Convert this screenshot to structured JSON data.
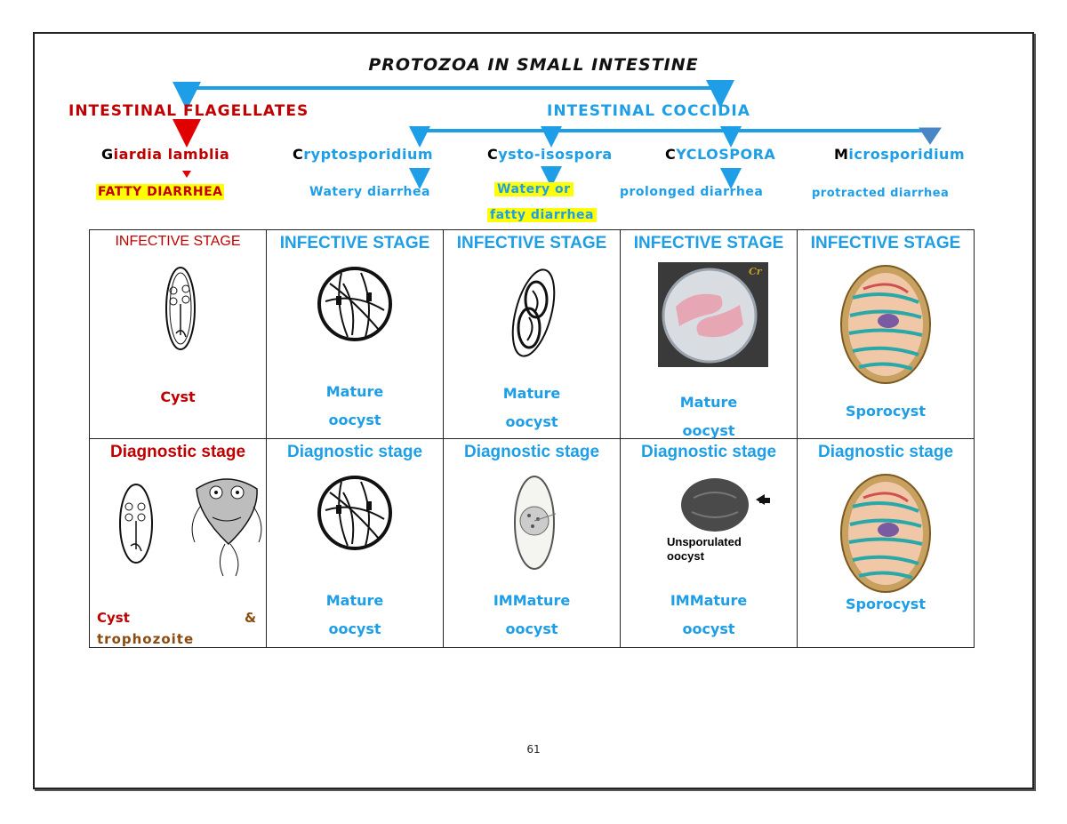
{
  "title": "PROTOZOA IN SMALL INTESTINE",
  "groups": {
    "flagellates": "INTESTINAL FLAGELLATES",
    "coccidia": "INTESTINAL COCCIDIA"
  },
  "organisms": [
    {
      "initial": "G",
      "rest": "iardia lamblia",
      "disease": "FATTY DIARRHEA"
    },
    {
      "initial": "C",
      "rest": "ryptosporidium",
      "disease": "Watery diarrhea"
    },
    {
      "initial": "C",
      "rest": "ysto-isospora",
      "disease_line1": "Watery or",
      "disease_line2": "fatty diarrhea"
    },
    {
      "initial": "C",
      "rest": "YCLOSPORA",
      "disease": "prolonged diarrhea"
    },
    {
      "initial": "M",
      "rest": "icrosporidium",
      "disease": "protracted diarrhea"
    }
  ],
  "infective": [
    {
      "label": "INFECTIVE STAGE",
      "caption": "Cyst"
    },
    {
      "label": "INFECTIVE STAGE",
      "caption1": "Mature",
      "caption2": "oocyst"
    },
    {
      "label": "INFECTIVE STAGE",
      "caption1": "Mature",
      "caption2": "oocyst"
    },
    {
      "label": "INFECTIVE STAGE",
      "caption1": "Mature",
      "caption2": "oocyst",
      "image_text": "Cr"
    },
    {
      "label": "INFECTIVE STAGE",
      "caption": "Sporocyst"
    }
  ],
  "diagnostic": [
    {
      "label": "Diagnostic stage",
      "caption_a": "Cyst",
      "caption_amp": "&",
      "caption_b": "trophozoite"
    },
    {
      "label": "Diagnostic stage",
      "caption1": "Mature",
      "caption2": "oocyst"
    },
    {
      "label": "Diagnostic stage",
      "caption1": "IMMature",
      "caption2": "oocyst"
    },
    {
      "label": "Diagnostic stage",
      "caption1": "IMMature",
      "caption2": "oocyst",
      "image_line1": "Unsporulated",
      "image_line2": "oocyst"
    },
    {
      "label": "Diagnostic stage",
      "caption": "Sporocyst"
    }
  ],
  "page_number": "61",
  "colors": {
    "red": "#c00000",
    "blue": "#1e9ee6",
    "highlight": "#ffff00",
    "brown": "#8b4a10"
  }
}
